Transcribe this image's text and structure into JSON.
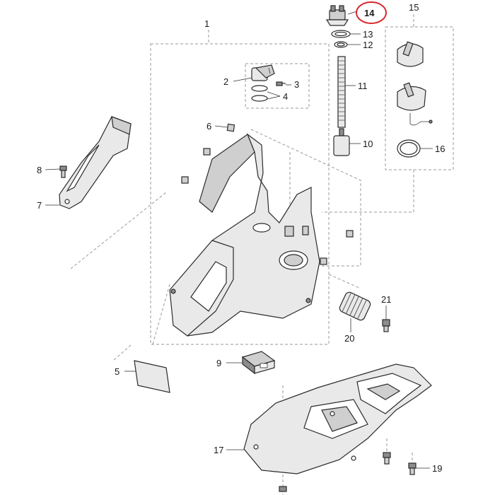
{
  "callouts": [
    {
      "id": "1",
      "label": "1"
    },
    {
      "id": "2",
      "label": "2"
    },
    {
      "id": "3",
      "label": "3"
    },
    {
      "id": "4",
      "label": "4"
    },
    {
      "id": "5",
      "label": "5"
    },
    {
      "id": "6",
      "label": "6"
    },
    {
      "id": "7",
      "label": "7"
    },
    {
      "id": "8",
      "label": "8"
    },
    {
      "id": "9",
      "label": "9"
    },
    {
      "id": "10",
      "label": "10"
    },
    {
      "id": "11",
      "label": "11"
    },
    {
      "id": "12",
      "label": "12"
    },
    {
      "id": "13",
      "label": "13"
    },
    {
      "id": "14",
      "label": "14"
    },
    {
      "id": "15",
      "label": "15"
    },
    {
      "id": "16",
      "label": "16"
    },
    {
      "id": "17",
      "label": "17"
    },
    {
      "id": "19",
      "label": "19"
    },
    {
      "id": "20",
      "label": "20"
    },
    {
      "id": "21",
      "label": "21"
    }
  ],
  "highlight": {
    "callout": "14",
    "color": "#d9262b"
  },
  "colors": {
    "ink": "#1a1a1a",
    "part_fill": "#e9e9e9",
    "part_shade": "#8c8c8c",
    "dashed_frame": "#9a9a9a"
  }
}
